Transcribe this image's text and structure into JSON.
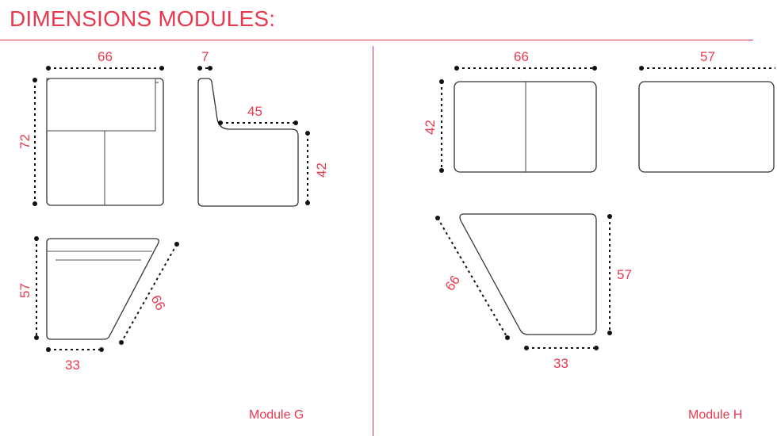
{
  "title": "DIMENSIONS MODULES:",
  "colors": {
    "accent": "#e8394f",
    "line": "#333333"
  },
  "module_g": {
    "caption": "Module G",
    "front_width": "66",
    "front_height": "72",
    "side_back": "7",
    "side_depth": "45",
    "side_seat_height": "42",
    "top_depth": "57",
    "top_diagonal": "66",
    "top_front": "33"
  },
  "module_h": {
    "caption": "Module H",
    "front_width": "66",
    "front_height": "42",
    "side_depth": "57",
    "top_diagonal": "66",
    "top_depth": "57",
    "top_front": "33"
  }
}
